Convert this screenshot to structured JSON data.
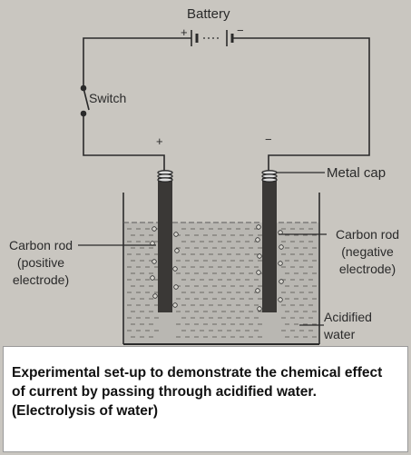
{
  "labels": {
    "battery": "Battery",
    "battery_plus": "+",
    "battery_minus": "−",
    "switch": "Switch",
    "terminal_plus": "+",
    "terminal_minus": "−",
    "metal_cap": "Metal cap",
    "carbon_rod_left": [
      "Carbon rod",
      "(positive",
      "electrode)"
    ],
    "carbon_rod_right": [
      "Carbon rod",
      "(negative",
      "electrode)"
    ],
    "acidified_water": [
      "Acidified",
      "water"
    ]
  },
  "caption": "Experimental set-up to demonstrate the chemical effect of current by passing through acidified water. (Electrolysis of water)",
  "colors": {
    "background": "#c9c6c0",
    "wire": "#2a2a2a",
    "electrode": "#3a3836",
    "water": "#b9b7b2",
    "caption_bg": "#ffffff"
  }
}
